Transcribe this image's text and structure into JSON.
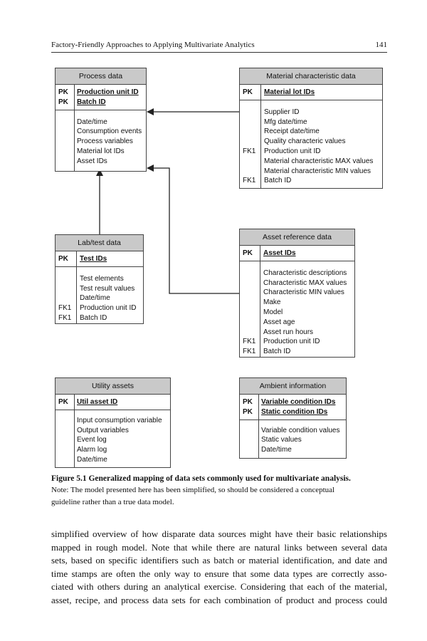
{
  "running_head": {
    "title": "Factory-Friendly Approaches to Applying Multivariate Analytics",
    "page_number": "141"
  },
  "entities": {
    "process": {
      "title": "Process data",
      "keys": [
        {
          "tag": "PK",
          "field": "Production unit ID"
        },
        {
          "tag": "PK",
          "field": "Batch ID"
        }
      ],
      "attributes": [
        {
          "tag": "",
          "field": "Date/time"
        },
        {
          "tag": "",
          "field": "Consumption events"
        },
        {
          "tag": "",
          "field": "Process variables"
        },
        {
          "tag": "",
          "field": "Material lot IDs"
        },
        {
          "tag": "",
          "field": "Asset IDs"
        }
      ]
    },
    "material": {
      "title": "Material characteristic data",
      "keys": [
        {
          "tag": "PK",
          "field": "Material lot IDs"
        }
      ],
      "attributes": [
        {
          "tag": "",
          "field": "Supplier ID"
        },
        {
          "tag": "",
          "field": "Mfg date/time"
        },
        {
          "tag": "",
          "field": "Receipt date/time"
        },
        {
          "tag": "",
          "field": "Quality characteric values"
        },
        {
          "tag": "FK1",
          "field": "Production unit ID"
        },
        {
          "tag": "",
          "field": "Material characteristic MAX values"
        },
        {
          "tag": "",
          "field": "Material characteristic MIN values"
        },
        {
          "tag": "FK1",
          "field": "Batch ID"
        }
      ]
    },
    "lab": {
      "title": "Lab/test data",
      "keys": [
        {
          "tag": "PK",
          "field": "Test IDs"
        }
      ],
      "attributes": [
        {
          "tag": "",
          "field": "Test elements"
        },
        {
          "tag": "",
          "field": "Test result values"
        },
        {
          "tag": "",
          "field": "Date/time"
        },
        {
          "tag": "FK1",
          "field": "Production unit ID"
        },
        {
          "tag": "FK1",
          "field": "Batch ID"
        }
      ]
    },
    "asset": {
      "title": "Asset reference data",
      "keys": [
        {
          "tag": "PK",
          "field": "Asset IDs"
        }
      ],
      "attributes": [
        {
          "tag": "",
          "field": "Characteristic descriptions"
        },
        {
          "tag": "",
          "field": "Characteristic MAX values"
        },
        {
          "tag": "",
          "field": "Characteristic MIN values"
        },
        {
          "tag": "",
          "field": "Make"
        },
        {
          "tag": "",
          "field": "Model"
        },
        {
          "tag": "",
          "field": "Asset age"
        },
        {
          "tag": "",
          "field": "Asset run hours"
        },
        {
          "tag": "FK1",
          "field": "Production unit ID"
        },
        {
          "tag": "FK1",
          "field": "Batch ID"
        }
      ]
    },
    "utility": {
      "title": "Utility assets",
      "keys": [
        {
          "tag": "PK",
          "field": "Util asset ID"
        }
      ],
      "attributes": [
        {
          "tag": "",
          "field": "Input consumption variable"
        },
        {
          "tag": "",
          "field": "Output variables"
        },
        {
          "tag": "",
          "field": "Event log"
        },
        {
          "tag": "",
          "field": "Alarm log"
        },
        {
          "tag": "",
          "field": "Date/time"
        }
      ]
    },
    "ambient": {
      "title": "Ambient information",
      "keys": [
        {
          "tag": "PK",
          "field": "Variable condition IDs"
        },
        {
          "tag": "PK",
          "field": "Static condition IDs"
        }
      ],
      "attributes": [
        {
          "tag": "",
          "field": "Variable condition values"
        },
        {
          "tag": "",
          "field": "Static values"
        },
        {
          "tag": "",
          "field": "Date/time"
        }
      ]
    }
  },
  "caption": {
    "title": "Figure 5.1  Generalized mapping of data sets commonly used for multivariate analysis.",
    "note_lines": [
      "Note: The model presented here has been simplified, so should be considered a conceptual",
      "guideline rather than a true data model."
    ]
  },
  "body_lines": [
    "simplified overview of how disparate data sources might have their basic relationships",
    "mapped in rough model. Note that while there are natural links between several data",
    "sets, based on specific identifiers such as batch or material identification, and date and",
    "time stamps are often the only way to ensure that some data types are correctly asso-",
    "ciated with others during an analytical exercise. Considering that each of the material,",
    "asset, recipe, and process data sets for each combination of product and process could"
  ]
}
